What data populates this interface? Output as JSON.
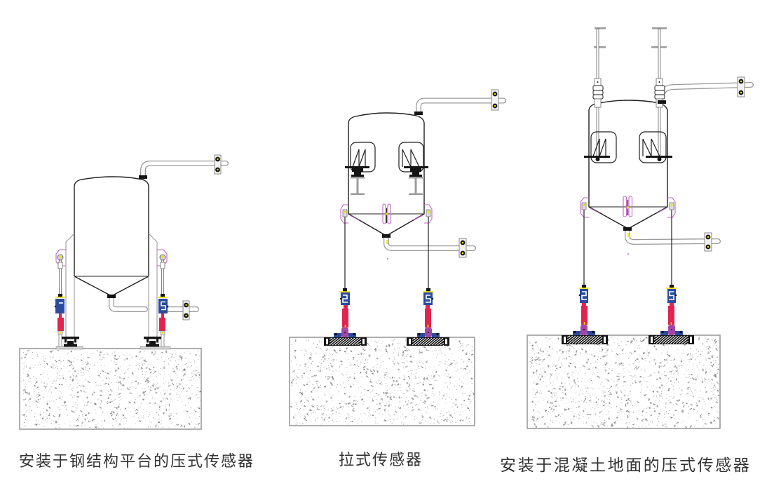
{
  "figure": {
    "panels": [
      {
        "caption": "安装于钢结构平台的压式传感器"
      },
      {
        "caption": "拉式传感器"
      },
      {
        "caption": "安装于混凝土地面的压式传感器"
      }
    ]
  },
  "colors": {
    "load_cell_body": "#2b4c9e",
    "connector_rod": "#e0234f",
    "mount_fitting": "#a346a8",
    "bracket_outline": "#c266c8",
    "marker": "#f2e200",
    "pipe": "#9a9a9a",
    "outline": "#1f1f1f",
    "concrete_edge": "#9b9b9b",
    "concrete_speckle": "#7d7d7d",
    "caption_text": "#333333"
  }
}
